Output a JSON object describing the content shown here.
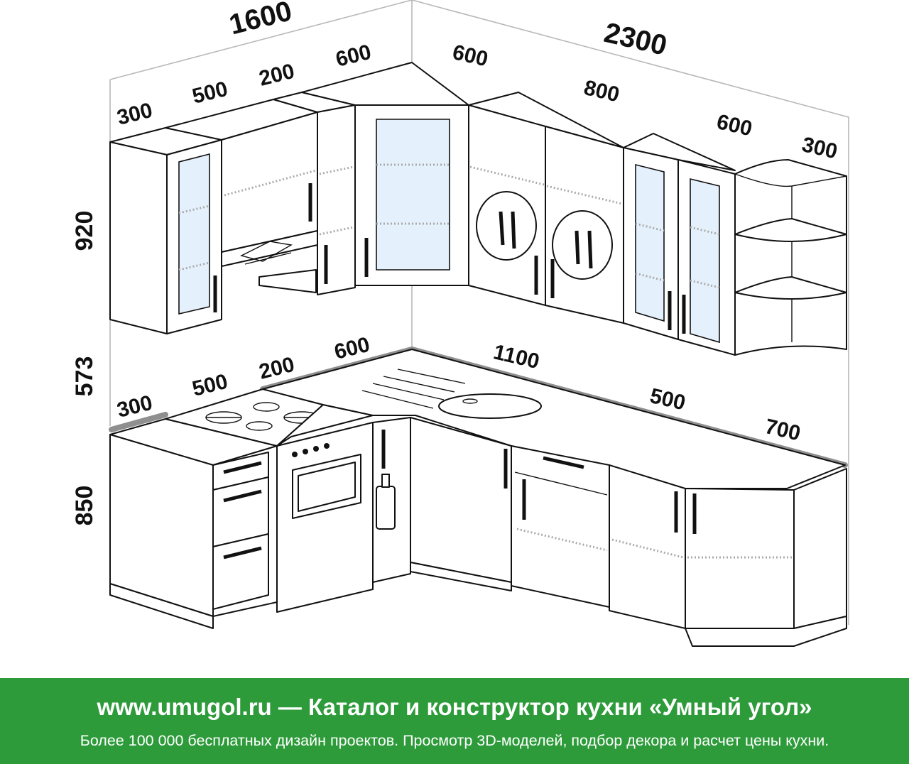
{
  "dimensions": {
    "total_left": "1600",
    "total_right": "2300",
    "upper_left": [
      "300",
      "500",
      "200",
      "600"
    ],
    "upper_right": [
      "600",
      "800",
      "600",
      "300"
    ],
    "lower_left": [
      "300",
      "500",
      "200",
      "600"
    ],
    "lower_right": [
      "1100",
      "500",
      "700"
    ],
    "height_upper": "920",
    "height_gap": "573",
    "height_lower": "850"
  },
  "banner": {
    "title": "www.umugol.ru — Каталог и конструктор кухни «Умный угол»",
    "subtitle": "Более 100 000 бесплатных дизайн проектов. Просмотр 3D-моделей, подбор декора и расчет цены кухни."
  },
  "colors": {
    "banner": "#2d9b3a",
    "glass": "#e4f0fb",
    "counter_edge": "#8f8f8f"
  },
  "icons": [
    "fork-knife-icon",
    "fork-knife-icon",
    "range-hood-icon",
    "bottle-icon",
    "hob-icon",
    "sink-icon"
  ]
}
